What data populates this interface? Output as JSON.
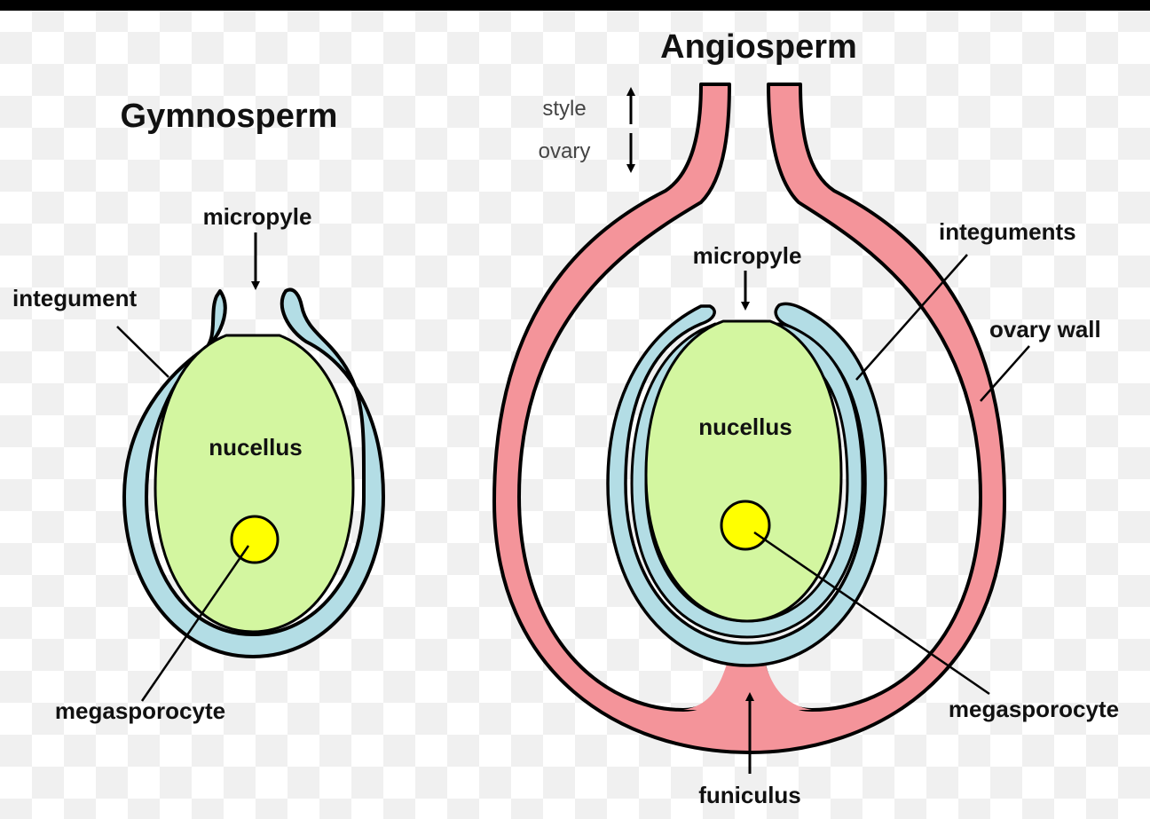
{
  "colors": {
    "integument": "#b3dde5",
    "nucellus": "#d3f6a0",
    "megasporocyte": "#ffff00",
    "ovary_wall": "#f4949a",
    "outline": "#000000"
  },
  "gymnosperm": {
    "title": "Gymnosperm",
    "micropyle": "micropyle",
    "integument": "integument",
    "nucellus": "nucellus",
    "megasporocyte": "megasporocyte"
  },
  "angiosperm": {
    "title": "Angiosperm",
    "style": "style",
    "ovary": "ovary",
    "micropyle": "micropyle",
    "integuments": "integuments",
    "ovary_wall": "ovary wall",
    "nucellus": "nucellus",
    "megasporocyte": "megasporocyte",
    "funiculus": "funiculus"
  }
}
